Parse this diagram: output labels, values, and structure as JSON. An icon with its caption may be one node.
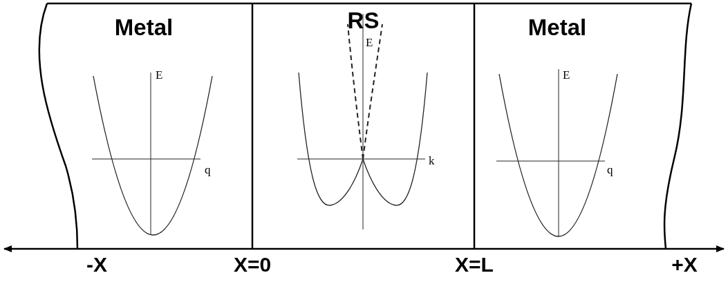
{
  "diagram": {
    "nodes": [
      {
        "text": [
          "Metal",
          "E",
          "q"
        ]
      },
      {
        "text": [
          "RS",
          "E",
          "k"
        ]
      },
      {
        "text": [
          "Metal",
          "E",
          "q"
        ]
      }
    ],
    "labels": [
      "-X",
      "X=0",
      "X=L",
      "+X"
    ]
  }
}
